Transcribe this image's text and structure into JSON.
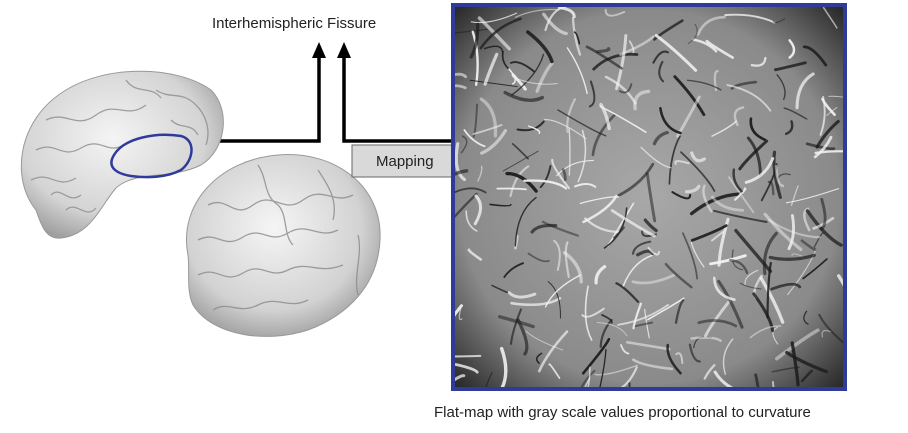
{
  "labels": {
    "fissure": "Interhemispheric Fissure",
    "mapping": "Mapping",
    "caption": "Flat-map with gray scale values proportional to curvature"
  },
  "colors": {
    "outline": "#2f3b9a",
    "arrow": "#000000",
    "mapping_arrow_fill": "#d9d9d9"
  }
}
